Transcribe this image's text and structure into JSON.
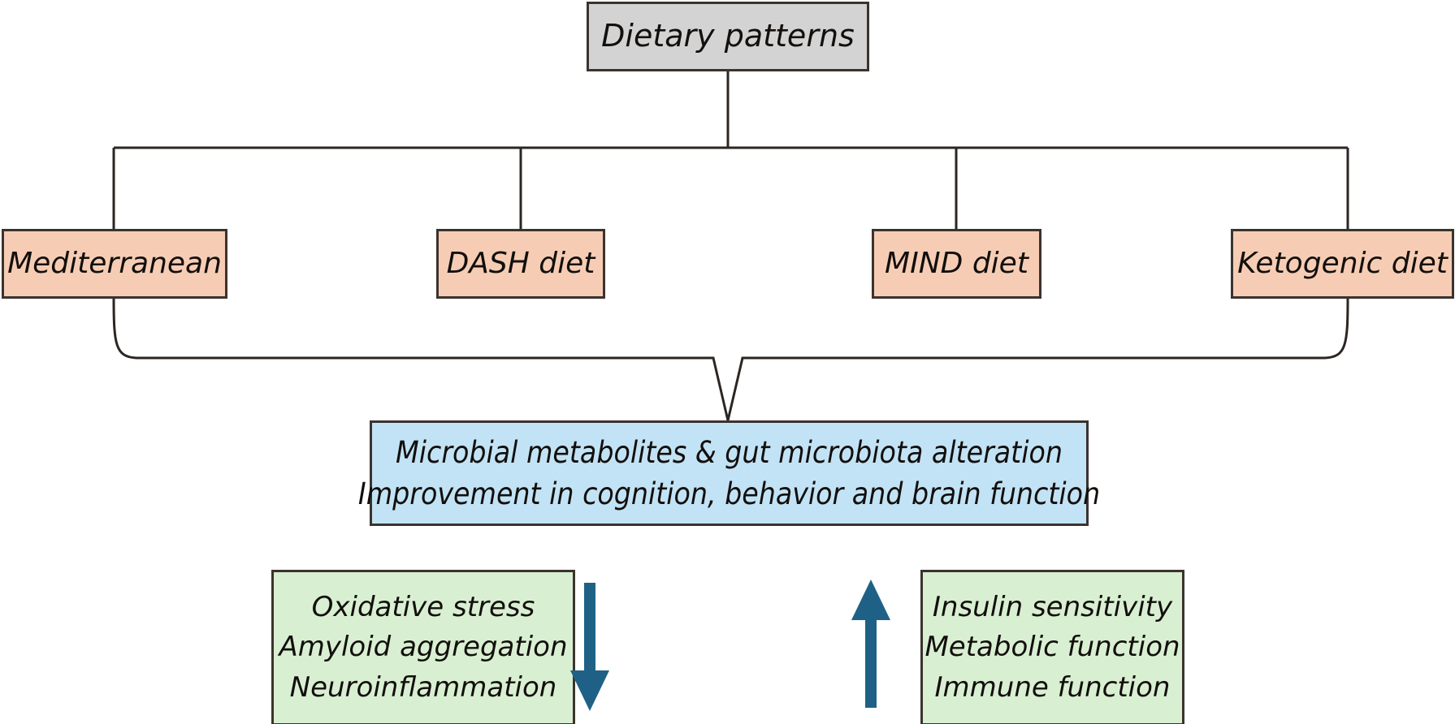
{
  "diagram": {
    "title": "Dietary patterns and gut-brain outcomes flowchart",
    "root": {
      "label": "Dietary patterns",
      "fill": "#d3d3d3"
    },
    "diets": [
      {
        "label": "Mediterranean",
        "fill": "#f6cdb4"
      },
      {
        "label": "DASH diet",
        "fill": "#f6cdb4"
      },
      {
        "label": "MIND diet",
        "fill": "#f6cdb4"
      },
      {
        "label": "Ketogenic diet",
        "fill": "#f6cdb4"
      }
    ],
    "outcome": {
      "fill": "#c2e3f5",
      "lines": [
        "Microbial metabolites & gut microbiota alteration",
        "Improvement in cognition, behavior and brain function"
      ]
    },
    "effects": {
      "decrease": {
        "fill": "#d9efd2",
        "arrow": "down-arrow",
        "arrow_color": "#1f6186",
        "lines": [
          "Oxidative stress",
          "Amyloid aggregation",
          "Neuroinflammation"
        ]
      },
      "increase": {
        "fill": "#d9efd2",
        "arrow": "up-arrow",
        "arrow_color": "#1f6186",
        "lines": [
          "Insulin sensitivity",
          "Metabolic function",
          "Immune function"
        ]
      }
    },
    "colors": {
      "stroke": "#3b332f",
      "connector": "#2c2623",
      "arrow": "#1f6186",
      "background": "#ffffff"
    }
  }
}
